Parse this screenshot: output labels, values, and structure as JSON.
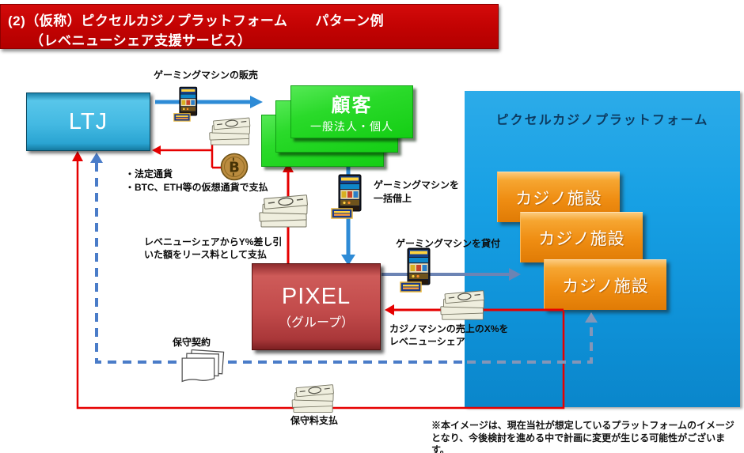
{
  "header": {
    "line1": "(2)（仮称）ピクセルカジノプラットフォーム　　パターン例",
    "line2": "（レベニューシェア支援サービス）"
  },
  "boxes": {
    "ltj": {
      "label": "LTJ"
    },
    "customer": {
      "title": "顧客",
      "subtitle": "一般法人・個人"
    },
    "pixel": {
      "title": "PIXEL",
      "subtitle": "（グループ）"
    },
    "platform": {
      "title": "ピクセルカジノプラットフォーム",
      "facilities": [
        {
          "label": "カジノ施設"
        },
        {
          "label": "カジノ施設"
        },
        {
          "label": "カジノ施設"
        }
      ]
    }
  },
  "labels": {
    "machine_sale": "ゲーミングマシンの販売",
    "payment_methods_line1": "・法定通貨",
    "payment_methods_line2": "・BTC、ETH等の仮想通貨で支払",
    "bulk_rent_line1": "ゲーミングマシンを",
    "bulk_rent_line2": "一括借上",
    "lease_line1": "レベニューシェアからY%差し引",
    "lease_line2": "いた額をリース料として支払",
    "machine_lend": "ゲーミングマシンを貸付",
    "revshare_line1": "カジノマシンの売上のX%を",
    "revshare_line2": "レベニューシェア",
    "maintenance_contract": "保守契約",
    "maintenance_fee": "保守料支払"
  },
  "note": {
    "line1": "※本イメージは、現在当社が想定しているプラットフォームのイメージ",
    "line2": "となり、今後検討を進める中で計画に変更が生じる可能性がございます。"
  },
  "icons": {
    "slot_machine": "slot-machine",
    "money_stack": "banknote-stack",
    "bitcoin": "bitcoin-coin",
    "documents": "stacked-pages"
  },
  "colors": {
    "banner_red": "#C00000",
    "ltj_cyan": "#3FB6E0",
    "customer_green": "#1FD41F",
    "platform_blue": "#149CDE",
    "facility_orange": "#EF8D12",
    "pixel_red": "#C24B4B",
    "arrow_blue": "#2E8BD6",
    "arrow_red": "#E60000",
    "arrow_gray_blue": "#6C84B4",
    "dashed_blue": "#4A7CC8"
  }
}
